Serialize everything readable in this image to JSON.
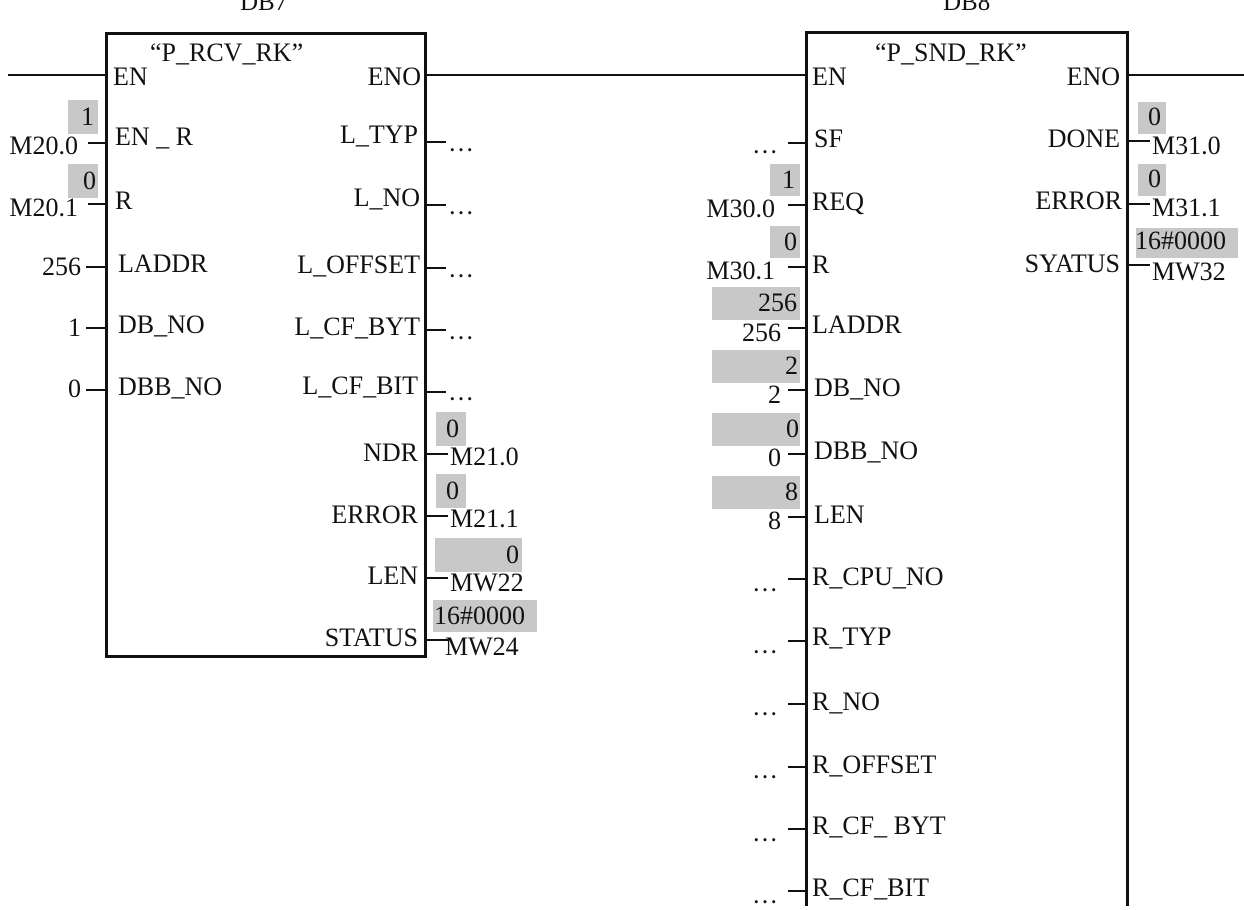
{
  "blocks": {
    "rcv": {
      "instance": "DB7",
      "name": "“P_RCV_RK”",
      "inputs": {
        "en": {
          "pin": "EN"
        },
        "en_r": {
          "pin": "EN _ R",
          "operand": "M20.0",
          "status": "1"
        },
        "r": {
          "pin": "R",
          "operand": "M20.1",
          "status": "0"
        },
        "laddr": {
          "pin": "LADDR",
          "operand": "256"
        },
        "db_no": {
          "pin": "DB_NO",
          "operand": "1"
        },
        "dbb_no": {
          "pin": "DBB_NO",
          "operand": "0"
        }
      },
      "outputs": {
        "eno": {
          "pin": "ENO"
        },
        "l_typ": {
          "pin": "L_TYP",
          "operand": "…"
        },
        "l_no": {
          "pin": "L_NO",
          "operand": "…"
        },
        "l_offset": {
          "pin": "L_OFFSET",
          "operand": "…"
        },
        "l_cf_byt": {
          "pin": "L_CF_BYT",
          "operand": "…"
        },
        "l_cf_bit": {
          "pin": "L_CF_BIT",
          "operand": "…"
        },
        "ndr": {
          "pin": "NDR",
          "operand": "M21.0",
          "status": "0"
        },
        "error": {
          "pin": "ERROR",
          "operand": "M21.1",
          "status": "0"
        },
        "len": {
          "pin": "LEN",
          "operand": "MW22",
          "status": "0"
        },
        "status": {
          "pin": "STATUS",
          "operand": "MW24",
          "status": "16#0000"
        }
      }
    },
    "snd": {
      "instance": "DB8",
      "name": "“P_SND_RK”",
      "inputs": {
        "en": {
          "pin": "EN"
        },
        "sf": {
          "pin": "SF",
          "operand": "…"
        },
        "req": {
          "pin": "REQ",
          "operand": "M30.0",
          "status": "1"
        },
        "r": {
          "pin": "R",
          "operand": "M30.1",
          "status": "0"
        },
        "laddr": {
          "pin": "LADDR",
          "operand": "256",
          "status": "256"
        },
        "db_no": {
          "pin": "DB_NO",
          "operand": "2",
          "status": "2"
        },
        "dbb_no": {
          "pin": "DBB_NO",
          "operand": "0",
          "status": "0"
        },
        "len": {
          "pin": "LEN",
          "operand": "8",
          "status": "8"
        },
        "r_cpu_no": {
          "pin": "R_CPU_NO",
          "operand": "…"
        },
        "r_typ": {
          "pin": "R_TYP",
          "operand": "…"
        },
        "r_no": {
          "pin": "R_NO",
          "operand": "…"
        },
        "r_offset": {
          "pin": "R_OFFSET",
          "operand": "…"
        },
        "r_cf_byt": {
          "pin": "R_CF_ BYT",
          "operand": "…"
        },
        "r_cf_bit": {
          "pin": "R_CF_BIT",
          "operand": "…"
        }
      },
      "outputs": {
        "eno": {
          "pin": "ENO"
        },
        "done": {
          "pin": "DONE",
          "operand": "M31.0",
          "status": "0"
        },
        "error": {
          "pin": "ERROR",
          "operand": "M31.1",
          "status": "0"
        },
        "syatus": {
          "pin": "SYATUS",
          "operand": "MW32",
          "status": "16#0000"
        }
      }
    }
  },
  "colors": {
    "line": "#111111",
    "status_fill": "#c8c8c8"
  }
}
